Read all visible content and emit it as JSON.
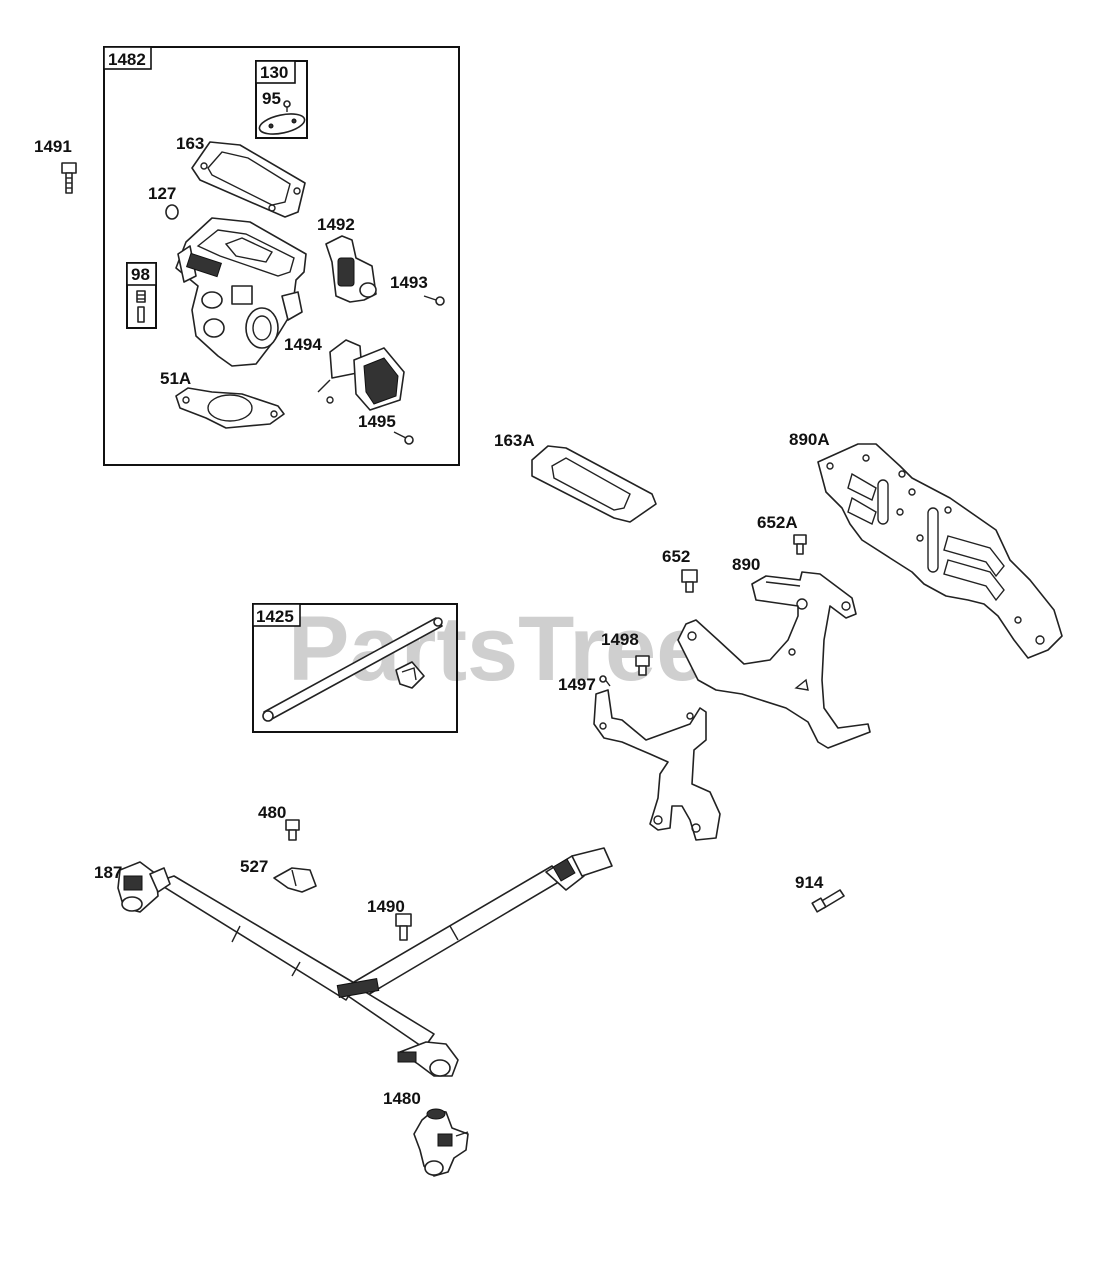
{
  "watermark": "PartsTree",
  "boxes": {
    "b1482": "1482",
    "b130": "130",
    "b98": "98",
    "b1425": "1425"
  },
  "labels": {
    "l1491": "1491",
    "l163": "163",
    "l95": "95",
    "l127": "127",
    "l1492": "1492",
    "l1493": "1493",
    "l1494": "1494",
    "l51A": "51A",
    "l1495": "1495",
    "l163A": "163A",
    "l890A": "890A",
    "l652A": "652A",
    "l652": "652",
    "l890": "890",
    "l1498": "1498",
    "l1497": "1497",
    "l480": "480",
    "l527": "527",
    "l187": "187",
    "l1490": "1490",
    "l914": "914",
    "l1480": "1480"
  },
  "colors": {
    "line": "#222222",
    "watermark": "#cfcfcf",
    "background": "#ffffff"
  }
}
